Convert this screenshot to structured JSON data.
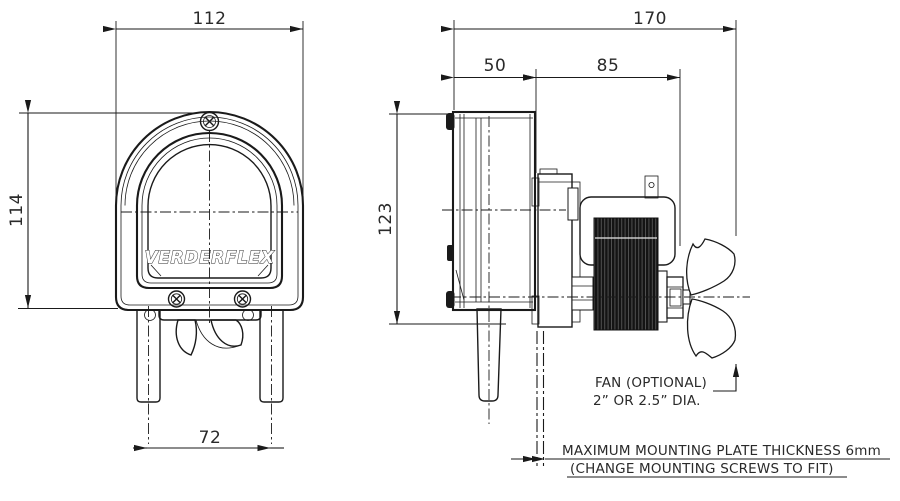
{
  "drawing": {
    "brand": "VERDERFLEX",
    "front_view": {
      "width": "112",
      "height": "114",
      "foot_spacing": "72"
    },
    "side_view": {
      "overall_length": "170",
      "head_depth": "50",
      "motor_length": "85",
      "height": "123"
    },
    "fan_note": {
      "line1": "FAN (OPTIONAL)",
      "line2": "2” OR 2.5” DIA."
    },
    "mounting_note": {
      "line1": "MAXIMUM MOUNTING PLATE THICKNESS 6mm",
      "line2": "(CHANGE MOUNTING SCREWS TO FIT)"
    },
    "colors": {
      "line": "#1a1a1a",
      "background": "#ffffff"
    }
  }
}
